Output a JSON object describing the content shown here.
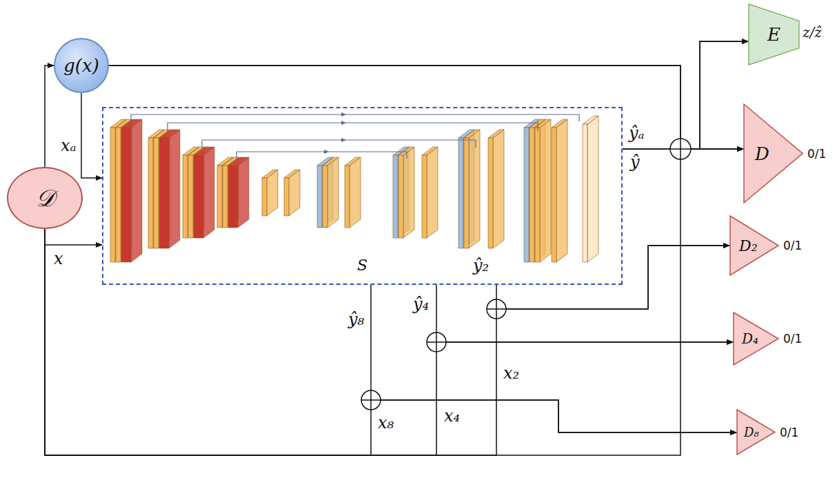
{
  "diagram": {
    "nodes": [
      {
        "text": [
          "g(x)"
        ]
      },
      {
        "text": [
          "𝒟"
        ]
      },
      {
        "text": [
          "S"
        ]
      },
      {
        "text": [
          "E",
          "z/ẑ"
        ]
      },
      {
        "text": [
          "D",
          "0/1"
        ]
      },
      {
        "text": [
          "D₂",
          "0/1"
        ]
      },
      {
        "text": [
          "D₄",
          "0/1"
        ]
      },
      {
        "text": [
          "D₈",
          "0/1"
        ]
      }
    ],
    "edges": [
      {
        "from": 1,
        "to": 0,
        "arrow": "to"
      },
      {
        "from": 0,
        "to": 2,
        "label": "xₐ",
        "arrow": "to"
      },
      {
        "from": 1,
        "to": 2,
        "label": "x",
        "arrow": "to"
      },
      {
        "from": 0,
        "to": 3,
        "arrow": "to"
      },
      {
        "from": 0,
        "to": 4,
        "arrow": "to"
      },
      {
        "from": 2,
        "to": 3,
        "arrow": "to"
      },
      {
        "from": 2,
        "to": 4,
        "arrow": "to"
      },
      {
        "from": 1,
        "to": 4,
        "arrow": "to"
      },
      {
        "from": 2,
        "to": 5,
        "label": "ŷ₂",
        "arrow": "to"
      },
      {
        "from": 1,
        "to": 5,
        "label": "x₂",
        "arrow": "to"
      },
      {
        "from": 2,
        "to": 6,
        "label": "ŷ₄",
        "arrow": "to"
      },
      {
        "from": 1,
        "to": 6,
        "label": "x₄",
        "arrow": "to"
      },
      {
        "from": 2,
        "to": 7,
        "label": "ŷ₈",
        "arrow": "to"
      },
      {
        "from": 1,
        "to": 7,
        "label": "x₈",
        "arrow": "to"
      }
    ],
    "labels": [
      "ŷₐ",
      "ŷ"
    ]
  }
}
